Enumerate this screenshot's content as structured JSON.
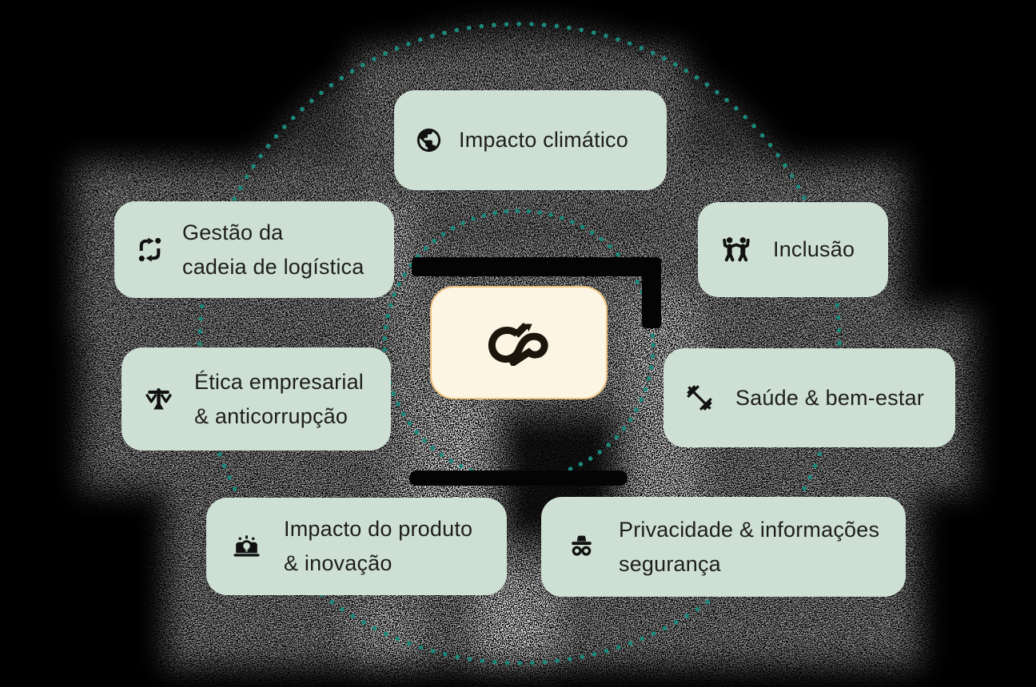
{
  "diagram": {
    "title_hint": "ESG topics hub diagram",
    "center": {
      "logo": "infinity-knot-logo"
    },
    "nodes": [
      {
        "label": "Impacto climático",
        "lines": [
          "Impacto climático"
        ],
        "icon": "globe-icon"
      },
      {
        "label": "Gestão da cadeia de logística",
        "lines": [
          "Gestão da",
          "cadeia de logística"
        ],
        "icon": "cycle-arrows-icon"
      },
      {
        "label": "Inclusão",
        "lines": [
          "Inclusão"
        ],
        "icon": "people-inclusion-icon"
      },
      {
        "label": "Ética empresarial & anticorrupção",
        "lines": [
          "Ética empresarial",
          "& anticorrupção"
        ],
        "icon": "balance-scale-icon"
      },
      {
        "label": "Saúde & bem-estar",
        "lines": [
          "Saúde & bem-estar"
        ],
        "icon": "dumbbell-icon"
      },
      {
        "label": "Impacto do produto & inovação",
        "lines": [
          "Impacto do produto",
          "& inovação"
        ],
        "icon": "laptop-idea-icon"
      },
      {
        "label": "Privacidade & informações segurança",
        "lines": [
          "Privacidade & informações",
          "segurança"
        ],
        "icon": "incognito-icon"
      }
    ],
    "colors": {
      "background": "#000000",
      "card_background": "#cee0d4",
      "card_text": "#1e1e1c",
      "icon": "#111111",
      "center_background": "#fdf5e3",
      "center_border": "#efc584",
      "dotted_circle": "#1a897c"
    }
  }
}
